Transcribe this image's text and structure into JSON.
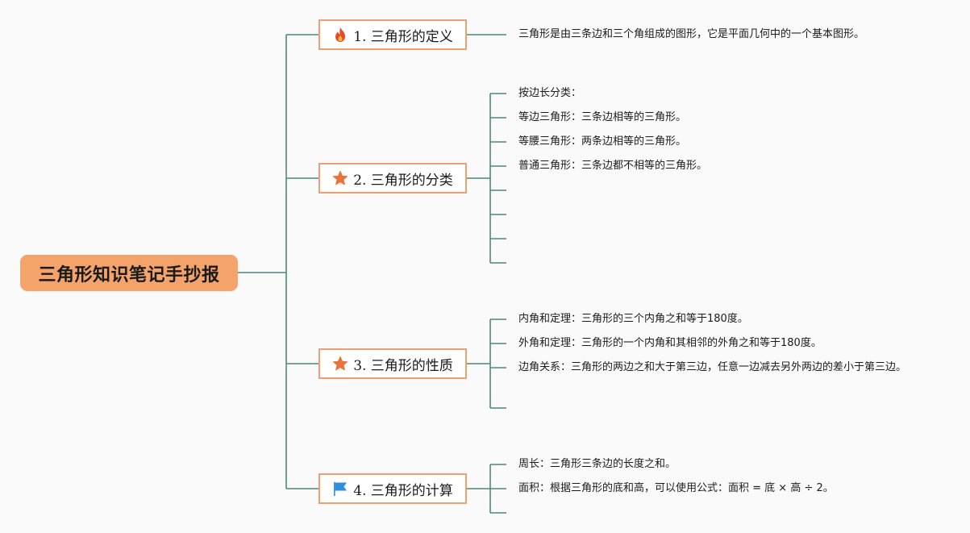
{
  "root": {
    "title": "三角形知识笔记手抄报"
  },
  "topics": [
    {
      "label": "1. 三角形的定义",
      "icon": "fire-icon",
      "color": "#e84a2b",
      "leaves": [
        "三角形是由三条边和三个角组成的图形，它是平面几何中的一个基本图形。"
      ]
    },
    {
      "label": "2. 三角形的分类",
      "icon": "star-icon",
      "color": "#e8743b",
      "leaves": [
        "按边长分类：",
        "等边三角形：三条边相等的三角形。",
        "等腰三角形：两条边相等的三角形。",
        "普通三角形：三条边都不相等的三角形。"
      ]
    },
    {
      "label": "3. 三角形的性质",
      "icon": "star-icon",
      "color": "#e8743b",
      "leaves": [
        "内角和定理：三角形的三个内角之和等于180度。",
        "外角和定理：三角形的一个内角和其相邻的外角之和等于180度。",
        "边角关系：三角形的两边之和大于第三边，任意一边减去另外两边的差小于第三边。"
      ]
    },
    {
      "label": "4. 三角形的计算",
      "icon": "flag-icon",
      "color": "#2f8fd8",
      "leaves": [
        "周长：三角形三条边的长度之和。",
        "面积：根据三角形的底和高，可以使用公式：面积 = 底 × 高 ÷ 2。"
      ]
    }
  ],
  "colors": {
    "connector": "#4a8a7a",
    "root_fill": "#f4a46b",
    "topic_border": "#f0a070"
  }
}
